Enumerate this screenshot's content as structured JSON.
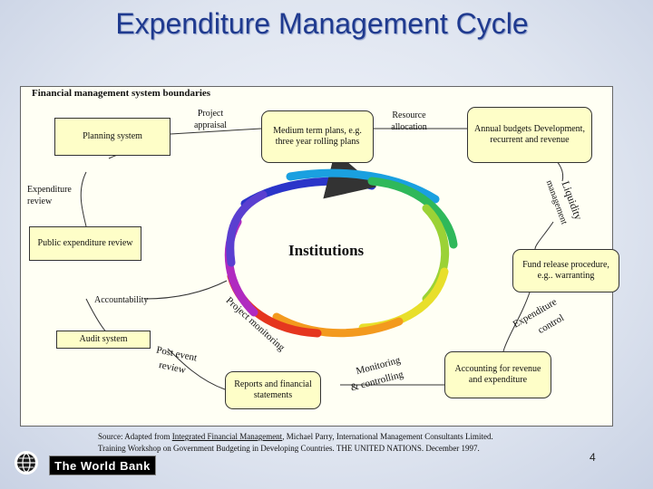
{
  "title": "Expenditure Management Cycle",
  "frame_label": "Financial management system boundaries",
  "center_label": "Institutions",
  "boxes": {
    "planning": "Planning system",
    "medium_term": "Medium term plans, e.g. three year rolling plans",
    "annual_budgets": "Annual budgets Development, recurrent and revenue",
    "public_exp_review": "Public expenditure review",
    "fund_release": "Fund release procedure, e.g.. warranting",
    "audit": "Audit system",
    "reports": "Reports and financial statements",
    "accounting": "Accounting for revenue and expenditure"
  },
  "labels": {
    "project_appraisal": "Project appraisal",
    "resource_allocation": "Resource allocation",
    "expenditure_review": "Expenditure review",
    "accountability": "Accountability",
    "liquidity": "Liquidity",
    "management": "management",
    "project_monitoring": "Project monitoring",
    "expenditure_control_1": "Expenditure",
    "expenditure_control_2": "control",
    "post_event_1": "Post event",
    "post_event_2": "review",
    "monitoring_1": "Monitoring",
    "monitoring_2": "& controlling"
  },
  "source": {
    "prefix": "Source: Adapted from ",
    "book": "Integrated Financial Management",
    "rest": ", Michael Parry, International Management Consultants Limited.",
    "line2": "Training Workshop on Government Budgeting in Developing Countries. THE UNITED NATIONS. December 1997."
  },
  "logo_text": "The World Bank",
  "page_number": "4",
  "colors": {
    "title": "#1f3a8f",
    "box_fill": "#fefec8",
    "frame_fill": "#fffff4",
    "swirl": [
      "#2b35c9",
      "#1aa0e0",
      "#2fb85a",
      "#9bd236",
      "#e8df2a",
      "#f39a1e",
      "#e5361f",
      "#b02bc0",
      "#5a3fd0"
    ]
  }
}
